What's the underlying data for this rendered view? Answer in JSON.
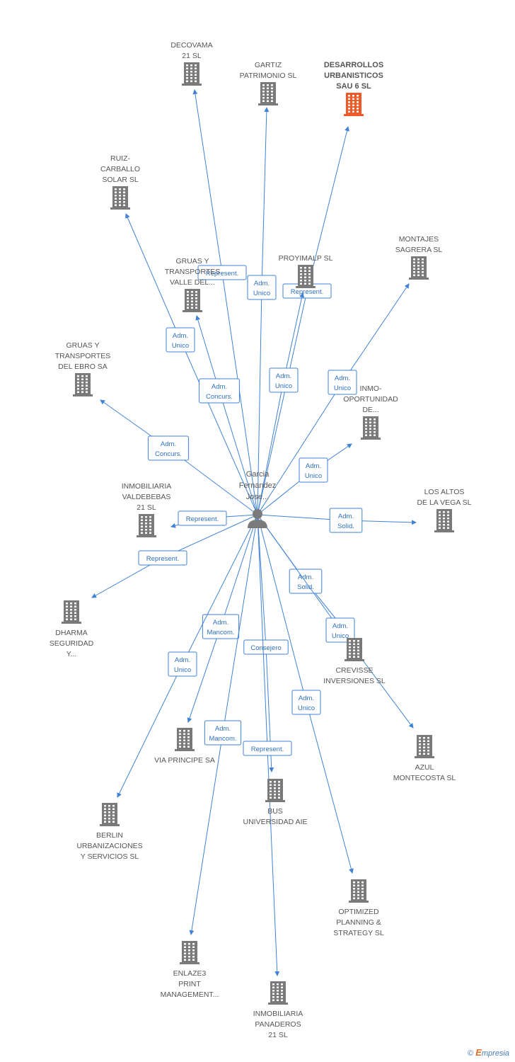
{
  "person": {
    "label_lines": [
      "Garcia",
      "Fernandez",
      "Jose..."
    ]
  },
  "colors": {
    "edge": "#3f82d6",
    "building": "#7a7a7a",
    "focus_building": "#f05a28"
  },
  "brand": {
    "copyright": "©",
    "initial": "E",
    "rest": "mpresia"
  },
  "nodes": [
    {
      "id": "decovama",
      "label_lines": [
        "DECOVAMA",
        "21 SL"
      ]
    },
    {
      "id": "gartiz",
      "label_lines": [
        "GARTIZ",
        "PATRIMONIO SL"
      ]
    },
    {
      "id": "desarrollos",
      "label_lines": [
        "DESARROLLOS",
        "URBANISTICOS",
        "SAU 6 SL"
      ],
      "focus": true
    },
    {
      "id": "ruiz",
      "label_lines": [
        "RUIZ-",
        "CARBALLO",
        "SOLAR SL"
      ]
    },
    {
      "id": "montajes",
      "label_lines": [
        "MONTAJES",
        "SAGRERA SL"
      ]
    },
    {
      "id": "gruas_valle",
      "label_lines": [
        "GRUAS Y",
        "TRANSPORTES",
        "VALLE DEL..."
      ]
    },
    {
      "id": "proyimalp",
      "label_lines": [
        "PROYIMALP SL"
      ]
    },
    {
      "id": "gruas_ebro",
      "label_lines": [
        "GRUAS Y",
        "TRANSPORTES",
        "DEL EBRO SA"
      ]
    },
    {
      "id": "inmo",
      "label_lines": [
        "INMO-",
        "OPORTUNIDAD",
        "DE..."
      ]
    },
    {
      "id": "inmob_valdebebas",
      "label_lines": [
        "INMOBILIARIA",
        "VALDEBEBAS",
        "21 SL"
      ]
    },
    {
      "id": "altos",
      "label_lines": [
        "LOS ALTOS",
        "DE LA VEGA SL"
      ]
    },
    {
      "id": "dharma",
      "label_lines": [
        "DHARMA",
        "SEGURIDAD",
        "Y..."
      ]
    },
    {
      "id": "crevisse",
      "label_lines": [
        "CREVISSE",
        "INVERSIONES SL"
      ]
    },
    {
      "id": "azul",
      "label_lines": [
        "AZUL",
        "MONTECOSTA SL"
      ]
    },
    {
      "id": "via",
      "label_lines": [
        "VIA PRINCIPE SA"
      ]
    },
    {
      "id": "bus",
      "label_lines": [
        "BUS",
        "UNIVERSIDAD AIE"
      ]
    },
    {
      "id": "berlin",
      "label_lines": [
        "BERLIN",
        "URBANIZACIONES",
        "Y SERVICIOS SL"
      ]
    },
    {
      "id": "optimized",
      "label_lines": [
        "OPTIMIZED",
        "PLANNING &",
        "STRATEGY SL"
      ]
    },
    {
      "id": "enlaze",
      "label_lines": [
        "ENLAZE3",
        "PRINT",
        "MANAGEMENT..."
      ]
    },
    {
      "id": "inmob_panaderos",
      "label_lines": [
        "INMOBILIARIA",
        "PANADEROS",
        "21 SL"
      ]
    }
  ],
  "edges": [
    {
      "target": "decovama",
      "label_lines": [
        "Represent."
      ]
    },
    {
      "target": "gartiz",
      "label_lines": [
        "Adm.",
        "Unico"
      ]
    },
    {
      "target": "desarrollos",
      "label_lines": [
        "Represent."
      ]
    },
    {
      "target": "ruiz",
      "label_lines": [
        "Adm.",
        "Unico"
      ]
    },
    {
      "target": "gruas_valle",
      "label_lines": [
        "Adm.",
        "Concurs."
      ]
    },
    {
      "target": "proyimalp",
      "label_lines": [
        "Adm.",
        "Unico"
      ]
    },
    {
      "target": "montajes",
      "label_lines": [
        "Adm.",
        "Unico"
      ]
    },
    {
      "target": "gruas_ebro",
      "label_lines": [
        "Adm.",
        "Concurs."
      ]
    },
    {
      "target": "inmo",
      "label_lines": [
        "Adm.",
        "Unico"
      ]
    },
    {
      "target": "inmob_valdebebas",
      "label_lines": [
        "Represent."
      ]
    },
    {
      "target": "altos",
      "label_lines": [
        "Adm.",
        "Solid."
      ]
    },
    {
      "target": "dharma",
      "label_lines": [
        "Represent."
      ]
    },
    {
      "target": "crevisse",
      "label_lines": [
        "Adm.",
        "Solid."
      ]
    },
    {
      "target": "azul",
      "label_lines": [
        "Adm.",
        "Unico"
      ]
    },
    {
      "target": "via",
      "label_lines": [
        "Adm.",
        "Mancom."
      ]
    },
    {
      "target": "bus",
      "label_lines": [
        "Consejero"
      ]
    },
    {
      "target": "berlin",
      "label_lines": [
        "Adm.",
        "Unico"
      ]
    },
    {
      "target": "optimized",
      "label_lines": [
        "Adm.",
        "Unico"
      ]
    },
    {
      "target": "enlaze",
      "label_lines": [
        "Adm.",
        "Mancom."
      ]
    },
    {
      "target": "inmob_panaderos",
      "label_lines": [
        "Represent."
      ]
    }
  ]
}
